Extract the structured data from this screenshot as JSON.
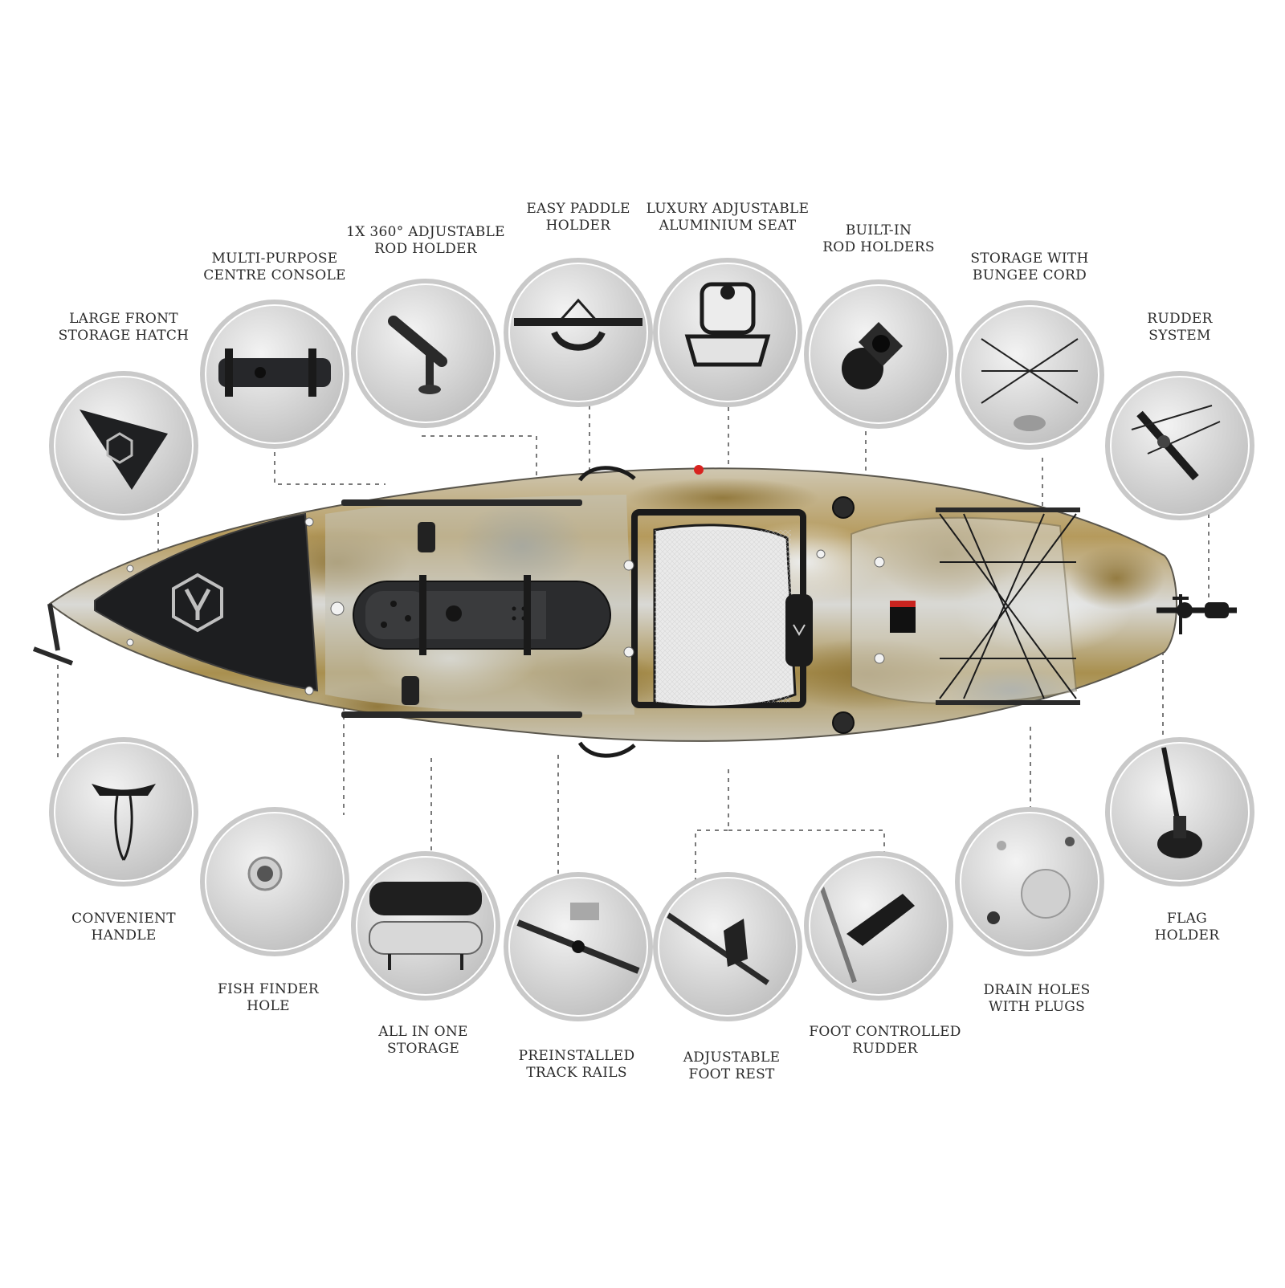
{
  "colors": {
    "hull_gold": "#a68a4e",
    "hull_white": "#e6e7e8",
    "hull_grey": "#9aa4ab",
    "deck_dark": "#1d1e20",
    "circle_border": "#c9c9c9",
    "circle_fill": "#dedede",
    "dash": "#7a7a7a",
    "accent_red": "#d8231f"
  },
  "features": [
    {
      "id": "large-front-storage-hatch",
      "lines": [
        "LARGE FRONT",
        "STORAGE HATCH"
      ],
      "icon": "storage-hatch-icon"
    },
    {
      "id": "multi-purpose-centre-console",
      "lines": [
        "MULTI-PURPOSE",
        "CENTRE CONSOLE"
      ],
      "icon": "centre-console-icon"
    },
    {
      "id": "rod-holder-360",
      "lines": [
        "1X 360° ADJUSTABLE",
        "ROD HOLDER"
      ],
      "icon": "rod-holder-icon"
    },
    {
      "id": "easy-paddle-holder",
      "lines": [
        "EASY PADDLE",
        "HOLDER"
      ],
      "icon": "paddle-holder-icon"
    },
    {
      "id": "luxury-adjustable-seat",
      "lines": [
        "LUXURY ADJUSTABLE",
        "ALUMINIUM SEAT"
      ],
      "icon": "seat-icon"
    },
    {
      "id": "built-in-rod-holders",
      "lines": [
        "BUILT-IN",
        "ROD HOLDERS"
      ],
      "icon": "flush-rod-holder-icon"
    },
    {
      "id": "storage-with-bungee-cord",
      "lines": [
        "STORAGE WITH",
        "BUNGEE CORD"
      ],
      "icon": "bungee-cord-icon"
    },
    {
      "id": "rudder-system",
      "lines": [
        "RUDDER",
        "SYSTEM"
      ],
      "icon": "rudder-icon"
    },
    {
      "id": "convenient-handle",
      "lines": [
        "CONVENIENT",
        "HANDLE"
      ],
      "icon": "carry-handle-icon"
    },
    {
      "id": "fish-finder-hole",
      "lines": [
        "FISH FINDER",
        "HOLE"
      ],
      "icon": "fish-finder-hole-icon"
    },
    {
      "id": "all-in-one-storage",
      "lines": [
        "ALL IN ONE",
        "STORAGE"
      ],
      "icon": "storage-box-icon"
    },
    {
      "id": "preinstalled-track-rails",
      "lines": [
        "PREINSTALLED",
        "TRACK RAILS"
      ],
      "icon": "track-rail-icon"
    },
    {
      "id": "adjustable-foot-rest",
      "lines": [
        "ADJUSTABLE",
        "FOOT REST"
      ],
      "icon": "foot-rest-icon"
    },
    {
      "id": "foot-controlled-rudder",
      "lines": [
        "FOOT CONTROLLED",
        "RUDDER"
      ],
      "icon": "foot-pedal-icon"
    },
    {
      "id": "drain-holes-with-plugs",
      "lines": [
        "DRAIN HOLES",
        "WITH PLUGS"
      ],
      "icon": "drain-plug-icon"
    },
    {
      "id": "flag-holder",
      "lines": [
        "FLAG",
        "HOLDER"
      ],
      "icon": "flag-holder-icon"
    }
  ]
}
